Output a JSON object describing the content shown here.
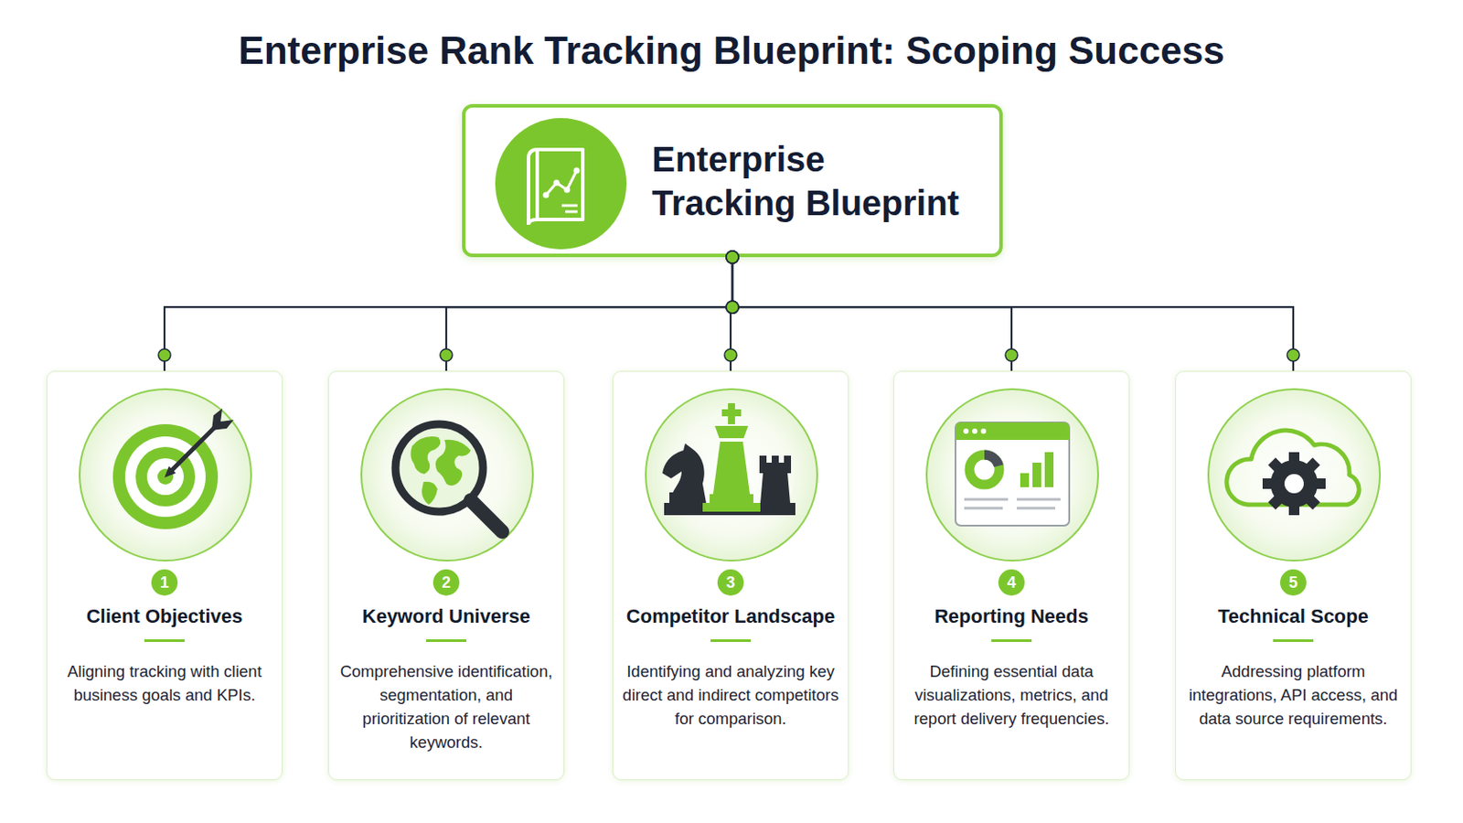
{
  "diagram": {
    "title": "Enterprise Rank Tracking Blueprint: Scoping Success",
    "nodes": [
      {
        "text": [
          "Enterprise Tracking Blueprint"
        ]
      },
      {
        "text": [
          "1",
          "Client Objectives",
          "Aligning tracking with client business goals and KPIs."
        ]
      },
      {
        "text": [
          "2",
          "Keyword Universe",
          "Comprehensive identification, segmentation, and prioritization of relevant keywords."
        ]
      },
      {
        "text": [
          "3",
          "Competitor Landscape",
          "Identifying and analyzing key direct and indirect competitors for comparison."
        ]
      },
      {
        "text": [
          "4",
          "Reporting Needs",
          "Defining essential data visualizations, metrics, and report delivery frequencies."
        ]
      },
      {
        "text": [
          "5",
          "Technical Scope",
          "Addressing platform integrations, API access, and data source requirements."
        ]
      }
    ],
    "edges": [
      {
        "from": 0,
        "to": 1,
        "arrow": "none"
      },
      {
        "from": 0,
        "to": 2,
        "arrow": "none"
      },
      {
        "from": 0,
        "to": 3,
        "arrow": "none"
      },
      {
        "from": 0,
        "to": 4,
        "arrow": "none"
      },
      {
        "from": 0,
        "to": 5,
        "arrow": "none"
      }
    ]
  }
}
